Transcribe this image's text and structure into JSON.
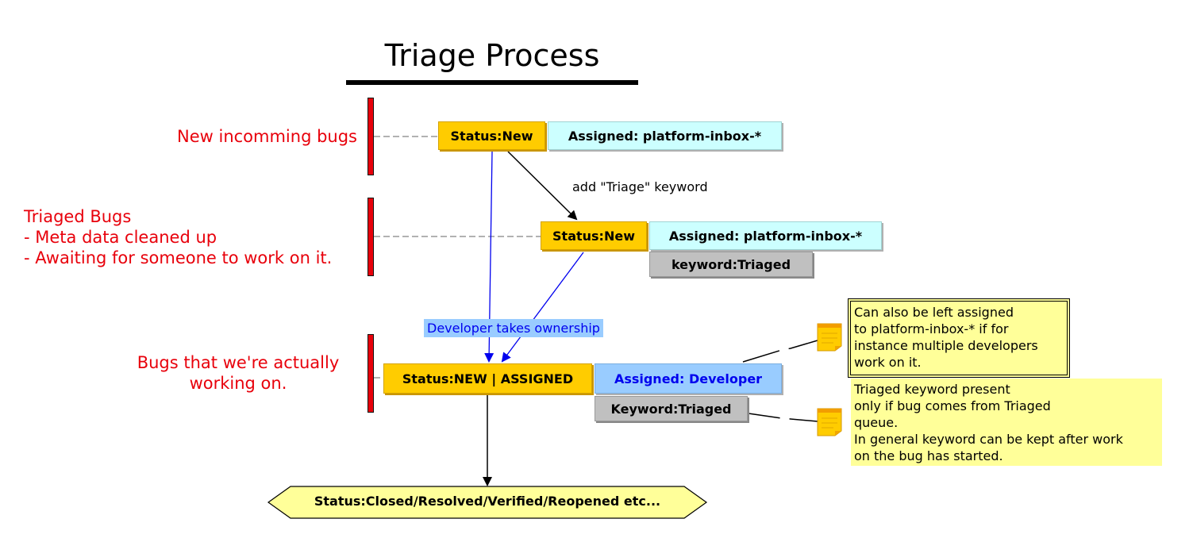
{
  "title": "Triage Process",
  "lanes": [
    {
      "label_lines": [
        "New incomming bugs"
      ]
    },
    {
      "label_lines": [
        "Triaged Bugs",
        "- Meta data cleaned up",
        "- Awaiting for someone to work on it."
      ]
    },
    {
      "label_lines": [
        "Bugs that we're actually",
        "working on."
      ]
    }
  ],
  "nodes": {
    "status_new_1": "Status:New",
    "assigned_inbox_1": "Assigned: platform-inbox-*",
    "status_new_2": "Status:New",
    "assigned_inbox_2": "Assigned: platform-inbox-*",
    "keyword_triaged_1": "keyword:Triaged",
    "status_assigned": "Status:NEW | ASSIGNED",
    "assigned_developer": "Assigned: Developer",
    "keyword_triaged_2": "Keyword:Triaged",
    "final_status": "Status:Closed/Resolved/Verified/Reopened etc..."
  },
  "edge_labels": {
    "add_keyword": "add \"Triage\" keyword",
    "developer_takes_ownership": "Developer takes ownership"
  },
  "notes": {
    "note_1_lines": [
      "Can also be left assigned",
      "to platform-inbox-* if for",
      "instance multiple developers",
      "work on it."
    ],
    "note_2_lines": [
      "Triaged keyword present",
      "only if bug comes from Triaged",
      "queue.",
      "In general keyword can be kept after work",
      "on the bug has started."
    ]
  },
  "colors": {
    "lane_red": "#e8000b",
    "status_yellow": "#ffcc00",
    "assigned_cyan": "#ccffff",
    "developer_blue": "#99ccff",
    "keyword_gray": "#c0c0c0",
    "note_yellow": "#ffff99",
    "blue_edge": "#0000ee"
  }
}
